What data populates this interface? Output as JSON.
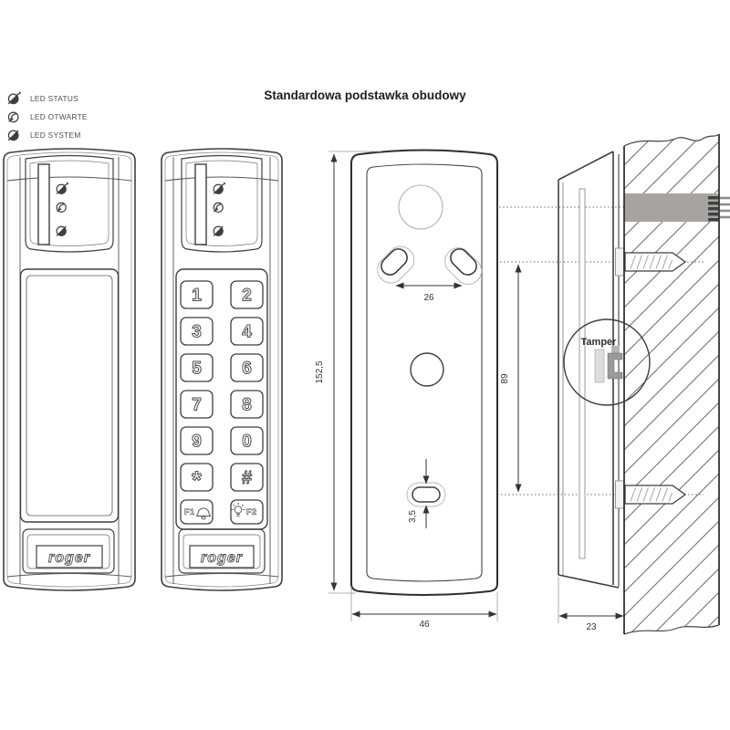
{
  "title": "Standardowa podstawka obudowy",
  "legend": {
    "items": [
      {
        "icon": "led-status-icon",
        "label": "LED STATUS"
      },
      {
        "icon": "led-open-icon",
        "label": "LED OTWARTE"
      },
      {
        "icon": "led-system-icon",
        "label": "LED SYSTEM"
      }
    ]
  },
  "brand": {
    "logo": "roger"
  },
  "keypad": {
    "keys": [
      "1",
      "2",
      "3",
      "4",
      "5",
      "6",
      "7",
      "8",
      "9",
      "0",
      "*",
      "#"
    ],
    "fn_left": "F1",
    "fn_right": "F2"
  },
  "dimensions": {
    "base_height": "152,5",
    "hole_spacing": "26",
    "hole_to_slot": "89",
    "slot_width": "3,5",
    "base_width": "46",
    "depth": "23"
  },
  "annotations": {
    "tamper": "Tamper"
  },
  "colors": {
    "line": "#3f3f3f",
    "thin_line": "#9a9a9a",
    "cable_duct": "#a6a3a0",
    "dim_text": "#333333"
  }
}
